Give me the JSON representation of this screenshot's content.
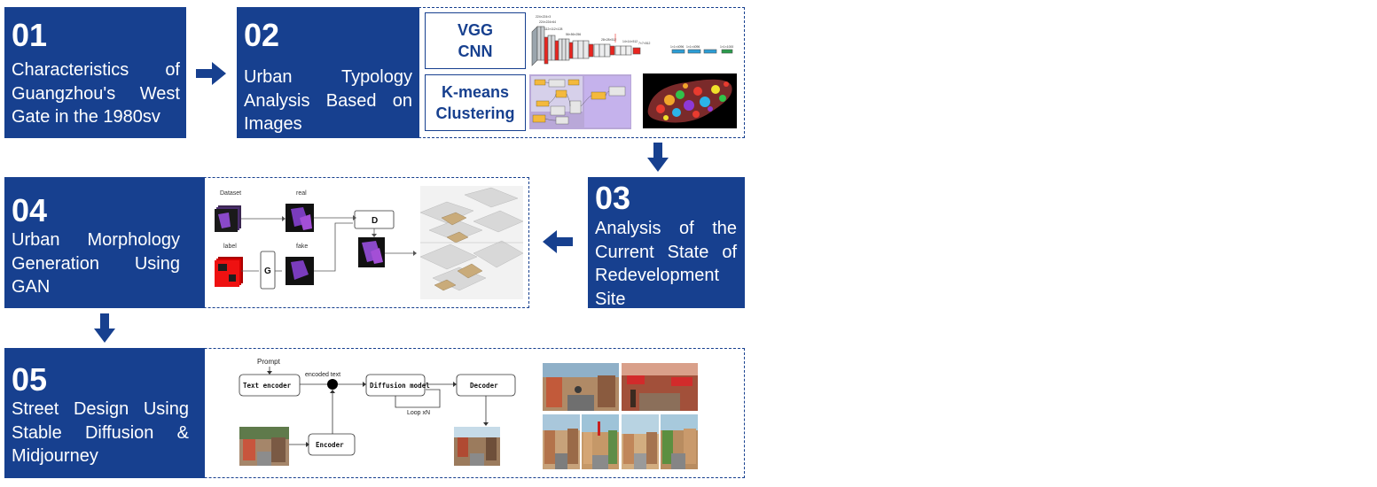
{
  "steps": [
    {
      "num": "01",
      "title": "Characteristics of Guangzhou's West Gate in the 1980sv"
    },
    {
      "num": "02",
      "title": "Urban Typology Analysis Based on Images"
    },
    {
      "num": "03",
      "title": "Analysis of the Current State of Redevelopment Site"
    },
    {
      "num": "04",
      "title": "Urban Morphology Generation Using GAN"
    },
    {
      "num": "05",
      "title": "Street Design Using Stable Diffusion & Midjourney"
    }
  ],
  "methods": {
    "vgg": "VGG CNN",
    "kmeans": "K-means Clustering"
  },
  "vgg_layers": [
    "224×224×3",
    "224×224×64",
    "112×112×128",
    "56×56×256",
    "28×28×512",
    "14×14×512",
    "7×7×512",
    "1×1×4096",
    "1×1×4096",
    "1×1×1000"
  ],
  "gan": {
    "dataset": "Dataset",
    "real": "real",
    "label": "label",
    "fake": "fake",
    "d": "D",
    "g": "G"
  },
  "sd": {
    "prompt": "Prompt",
    "text_encoder": "Text encoder",
    "encoded_text": "encoded text",
    "diffusion_model": "Diffusion model",
    "loop": "Loop xN",
    "decoder": "Decoder",
    "encoder": "Encoder"
  },
  "colors": {
    "brand": "#17408f",
    "white": "#ffffff"
  }
}
